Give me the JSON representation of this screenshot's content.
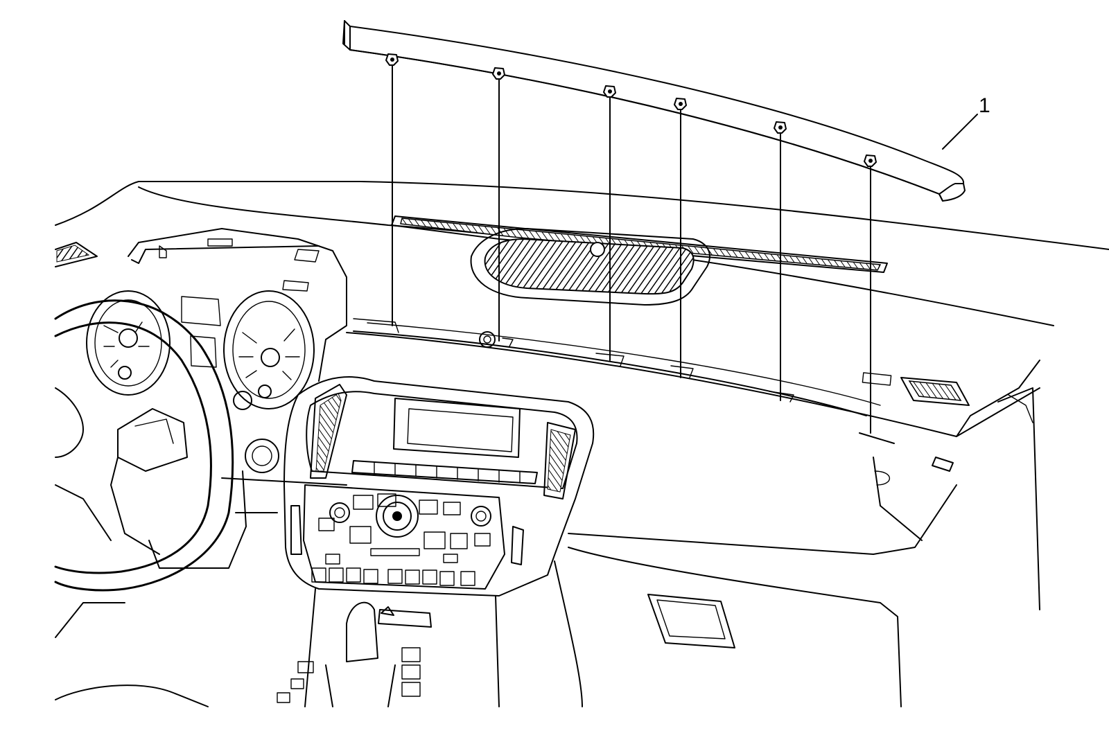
{
  "callouts": [
    {
      "number": "1"
    }
  ],
  "parts": {
    "trim_panel": "instrument-panel-upper-trim-panel",
    "fastener_icon": "push-in-retainer-icon"
  },
  "colors": {
    "line": "#000000",
    "background": "#ffffff"
  },
  "retainer_count": 6
}
